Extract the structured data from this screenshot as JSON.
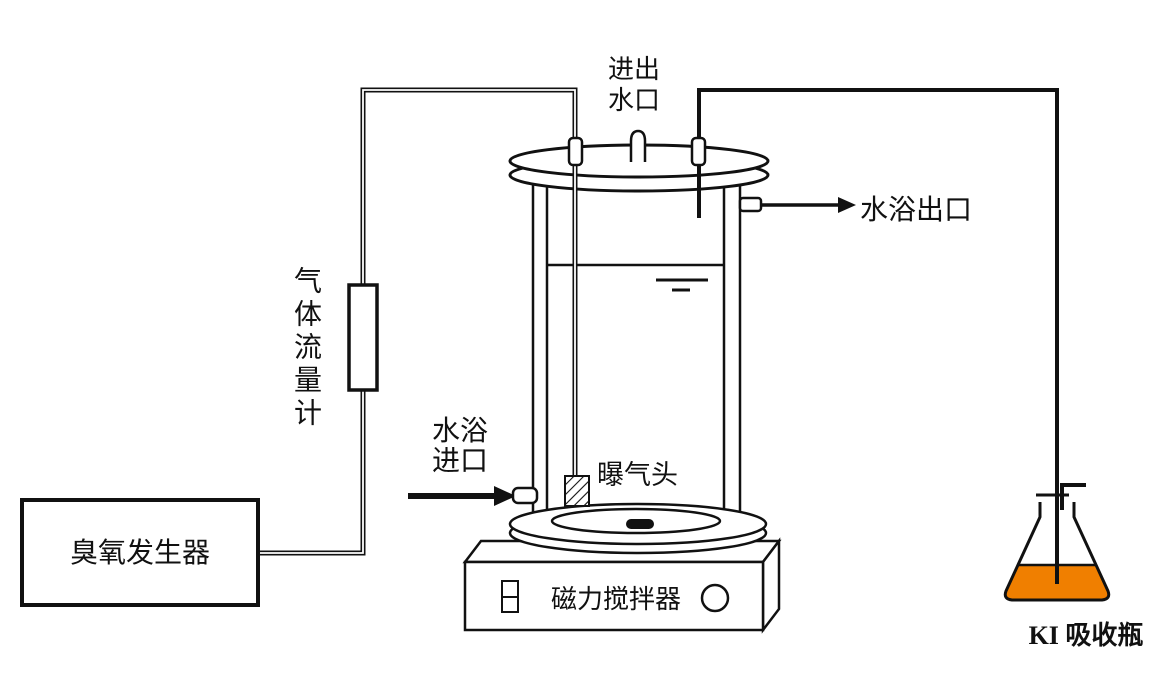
{
  "diagram": {
    "title_context": "ozone-reactor-apparatus",
    "labels": {
      "inout_port": "进出\n水口",
      "flow_meter": "气体流量计",
      "ozone_generator": "臭氧发生器",
      "bath_inlet": "水浴\n进口",
      "diffuser": "曝气头",
      "bath_outlet": "水浴出口",
      "stirrer": "磁力搅拌器",
      "ki_bottle": "KI 吸收瓶"
    },
    "colors": {
      "line": "#111111",
      "ki_liquid": "#f07f00",
      "background": "#ffffff"
    }
  }
}
